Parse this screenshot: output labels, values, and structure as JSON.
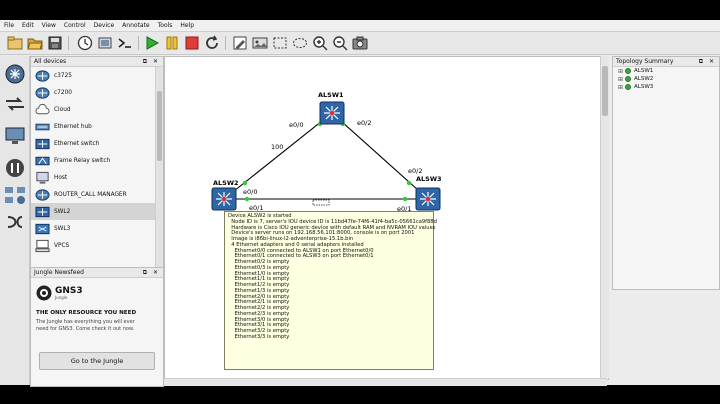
{
  "menu": [
    "File",
    "Edit",
    "View",
    "Control",
    "Device",
    "Annotate",
    "Tools",
    "Help"
  ],
  "toolbar_icons": [
    "new-project-icon",
    "open-folder-icon",
    "save-icon",
    "snapshot-icon",
    "clock-icon",
    "console-icon",
    "start-icon",
    "pause-icon",
    "stop-icon",
    "reload-icon",
    "note-icon",
    "image-icon",
    "rectangle-icon",
    "ellipse-icon",
    "zoom-in-icon",
    "zoom-out-icon",
    "screenshot-icon"
  ],
  "devices_panel": {
    "title": "All devices",
    "items": [
      {
        "label": "c3725",
        "icon": "router-icon"
      },
      {
        "label": "c7200",
        "icon": "router-icon"
      },
      {
        "label": "Cloud",
        "icon": "cloud-icon"
      },
      {
        "label": "Ethernet hub",
        "icon": "hub-icon"
      },
      {
        "label": "Ethernet switch",
        "icon": "switch-icon"
      },
      {
        "label": "Frame Relay switch",
        "icon": "frame-relay-icon"
      },
      {
        "label": "Host",
        "icon": "host-icon"
      },
      {
        "label": "ROUTER_CALL MANAGER",
        "icon": "router-icon"
      },
      {
        "label": "SWL2",
        "icon": "switch-icon",
        "selected": true
      },
      {
        "label": "SWL3",
        "icon": "l3-switch-icon"
      },
      {
        "label": "VPCS",
        "icon": "vpcs-icon"
      }
    ]
  },
  "jungle": {
    "title": "Jungle Newsfeed",
    "logo": "GNS3",
    "logo_sub": "Jungle",
    "headline": "THE ONLY RESOURCE YOU NEED",
    "text": "The Jungle has everything you will ever need for GNS3. Come check it out now.",
    "button": "Go to the Jungle"
  },
  "topology": {
    "nodes": [
      {
        "id": "ALSW1",
        "label": "ALSW1"
      },
      {
        "id": "ALSW2",
        "label": "ALSW2"
      },
      {
        "id": "ALSW3",
        "label": "ALSW3"
      }
    ],
    "links": [
      {
        "from": "ALSW1",
        "to": "ALSW2",
        "from_port": "e0/0",
        "to_port": "e0/0",
        "cost": "100"
      },
      {
        "from": "ALSW1",
        "to": "ALSW3",
        "from_port": "e0/2",
        "to_port": "e0/2",
        "cost": ""
      },
      {
        "from": "ALSW2",
        "to": "ALSW3",
        "from_port": "e0/1",
        "to_port": "e0/1",
        "cost": ""
      }
    ],
    "partial_labels": {
      "alsw2_port_upper": "e0/0",
      "alsw2_port_lower": "e0/1",
      "alsw3_port": "e0/1",
      "middle": "100"
    }
  },
  "tooltip": {
    "lines": [
      "Device ALSW2 is started",
      "  Node ID is 7, server's IOU device ID is 11bd47fe-74f6-41f4-ba5c-05661ca9f88d",
      "  Hardware is Cisco IOU generic device with default RAM and NVRAM IOU values",
      "  Device's server runs on 192.168.56.101:8000, console is on port 2001",
      "  Image is i86bi-linux-l2-adventerprise-15.1b.bin",
      "  4 Ethernet adapters and 0 serial adapters installed",
      "    Ethernet0/0 connected to ALSW1 on port Ethernet0/0",
      "    Ethernet0/1 connected to ALSW3 on port Ethernet0/1",
      "    Ethernet0/2 is empty",
      "    Ethernet0/3 is empty",
      "    Ethernet1/0 is empty",
      "    Ethernet1/1 is empty",
      "    Ethernet1/2 is empty",
      "    Ethernet1/3 is empty",
      "    Ethernet2/0 is empty",
      "    Ethernet2/1 is empty",
      "    Ethernet2/2 is empty",
      "    Ethernet2/3 is empty",
      "    Ethernet3/0 is empty",
      "    Ethernet3/1 is empty",
      "    Ethernet3/2 is empty",
      "    Ethernet3/3 is empty"
    ]
  },
  "topology_summary": {
    "title": "Topology Summary",
    "items": [
      "ALSW1",
      "ALSW2",
      "ALSW3"
    ]
  },
  "colors": {
    "link": "#000000",
    "port_up": "#2ecc2e",
    "switch_blue": "#1f5c9e",
    "tooltip_bg": "#ffffe1"
  }
}
